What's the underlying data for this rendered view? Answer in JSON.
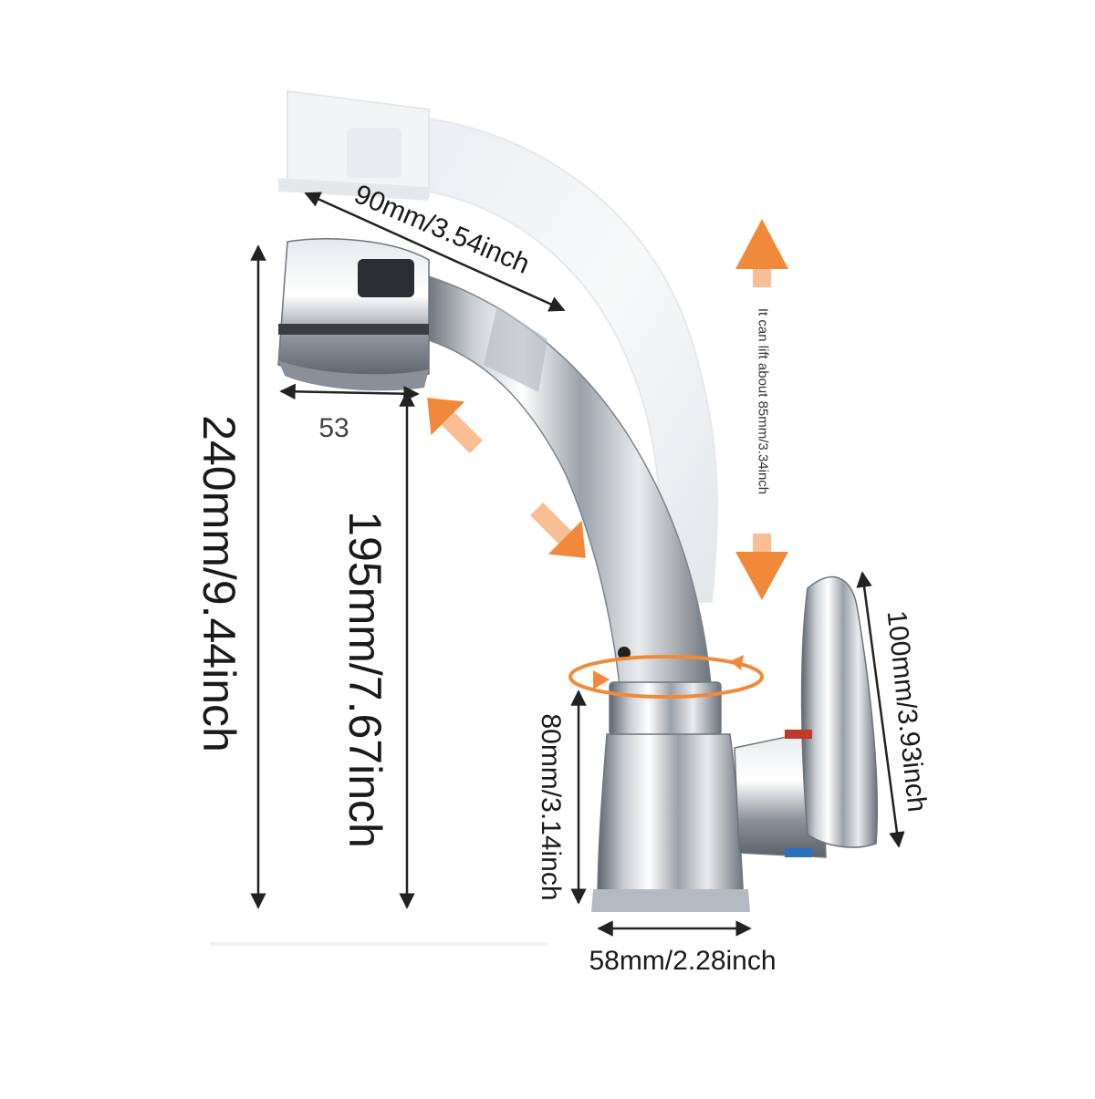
{
  "dimensions": {
    "overall_height": "240mm/9.44inch",
    "spout_height": "195mm/7.67inch",
    "spout_length": "90mm/3.54inch",
    "aerator_width": "53",
    "lift_note": "It can lift about 85mm/3.34inch",
    "base_height": "80mm/3.14inch",
    "handle_height": "100mm/3.93inch",
    "base_width": "58mm/2.28inch"
  },
  "colors": {
    "accent_arrow": "#f08a3a",
    "dimension_line": "#222222",
    "chrome_dark": "#6f7780",
    "chrome_light": "#f2f4f6"
  }
}
